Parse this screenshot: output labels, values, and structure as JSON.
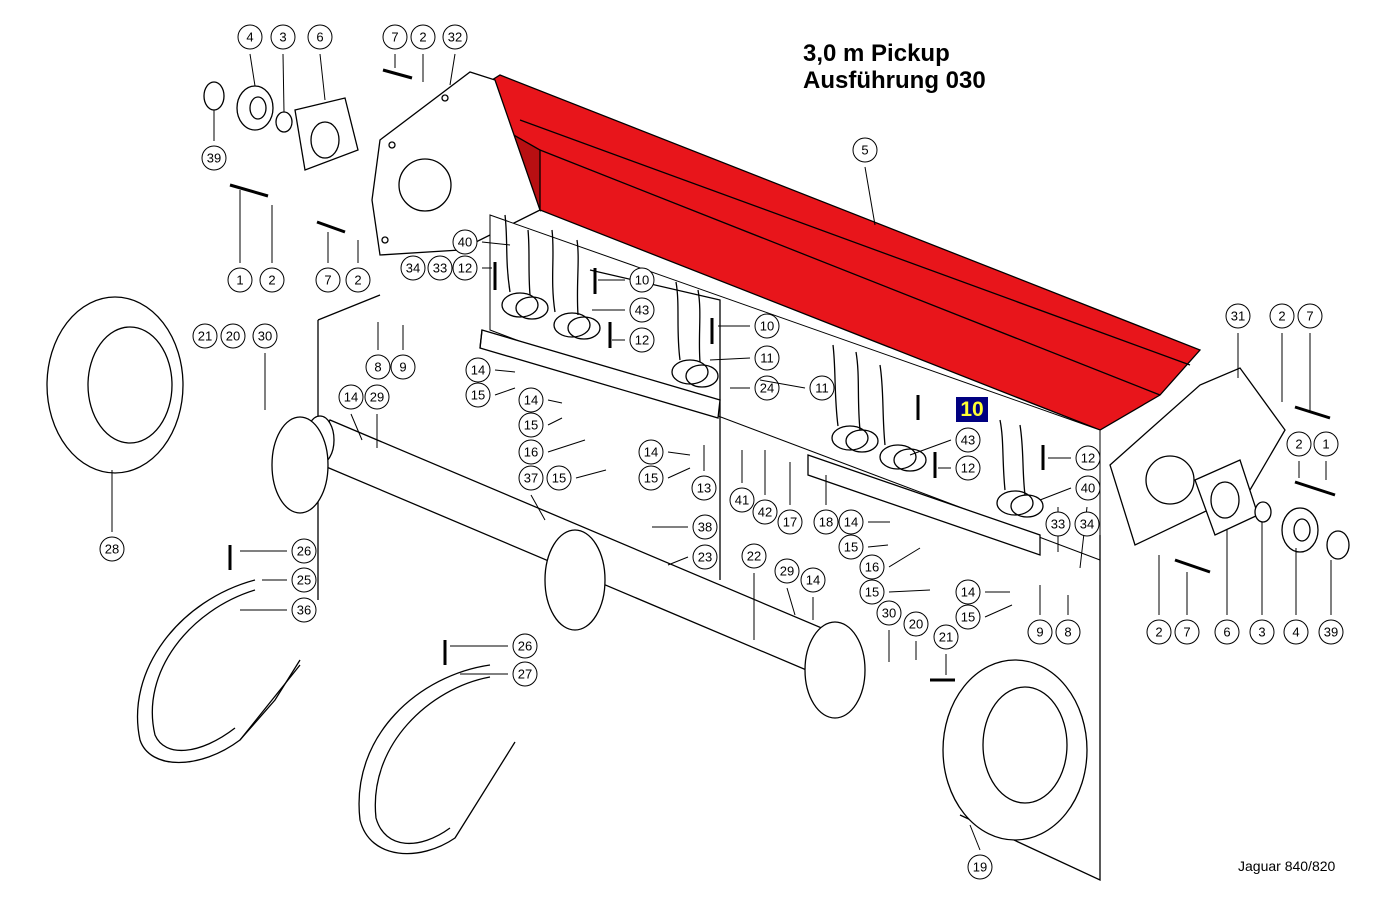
{
  "title": {
    "line1": "3,0 m Pickup",
    "line2": "Ausführung 030"
  },
  "model_label": "Jaguar 840/820",
  "highlighted_part": "10",
  "colors": {
    "pickup_housing": "#e8151b",
    "highlight_bg": "#000080",
    "highlight_text": "#ffff33",
    "line": "#000000"
  },
  "callouts": [
    {
      "label": "4"
    },
    {
      "label": "3"
    },
    {
      "label": "6"
    },
    {
      "label": "7"
    },
    {
      "label": "2"
    },
    {
      "label": "32"
    },
    {
      "label": "39"
    },
    {
      "label": "1"
    },
    {
      "label": "2"
    },
    {
      "label": "7"
    },
    {
      "label": "2"
    },
    {
      "label": "40"
    },
    {
      "label": "12"
    },
    {
      "label": "34"
    },
    {
      "label": "33"
    },
    {
      "label": "10"
    },
    {
      "label": "43"
    },
    {
      "label": "12"
    },
    {
      "label": "10"
    },
    {
      "label": "11"
    },
    {
      "label": "24"
    },
    {
      "label": "11"
    },
    {
      "label": "21"
    },
    {
      "label": "20"
    },
    {
      "label": "30"
    },
    {
      "label": "8"
    },
    {
      "label": "9"
    },
    {
      "label": "14"
    },
    {
      "label": "15"
    },
    {
      "label": "14"
    },
    {
      "label": "15"
    },
    {
      "label": "14"
    },
    {
      "label": "29"
    },
    {
      "label": "16"
    },
    {
      "label": "14"
    },
    {
      "label": "15"
    },
    {
      "label": "13"
    },
    {
      "label": "37"
    },
    {
      "label": "15"
    },
    {
      "label": "41"
    },
    {
      "label": "42"
    },
    {
      "label": "17"
    },
    {
      "label": "18"
    },
    {
      "label": "14"
    },
    {
      "label": "15"
    },
    {
      "label": "43"
    },
    {
      "label": "12"
    },
    {
      "label": "12"
    },
    {
      "label": "40"
    },
    {
      "label": "33"
    },
    {
      "label": "34"
    },
    {
      "label": "16"
    },
    {
      "label": "15"
    },
    {
      "label": "14"
    },
    {
      "label": "15"
    },
    {
      "label": "9"
    },
    {
      "label": "8"
    },
    {
      "label": "28"
    },
    {
      "label": "26"
    },
    {
      "label": "25"
    },
    {
      "label": "36"
    },
    {
      "label": "38"
    },
    {
      "label": "23"
    },
    {
      "label": "22"
    },
    {
      "label": "29"
    },
    {
      "label": "14"
    },
    {
      "label": "30"
    },
    {
      "label": "20"
    },
    {
      "label": "21"
    },
    {
      "label": "26"
    },
    {
      "label": "27"
    },
    {
      "label": "19"
    },
    {
      "label": "5"
    },
    {
      "label": "31"
    },
    {
      "label": "2"
    },
    {
      "label": "7"
    },
    {
      "label": "2"
    },
    {
      "label": "1"
    },
    {
      "label": "2"
    },
    {
      "label": "7"
    },
    {
      "label": "6"
    },
    {
      "label": "3"
    },
    {
      "label": "4"
    },
    {
      "label": "39"
    }
  ]
}
